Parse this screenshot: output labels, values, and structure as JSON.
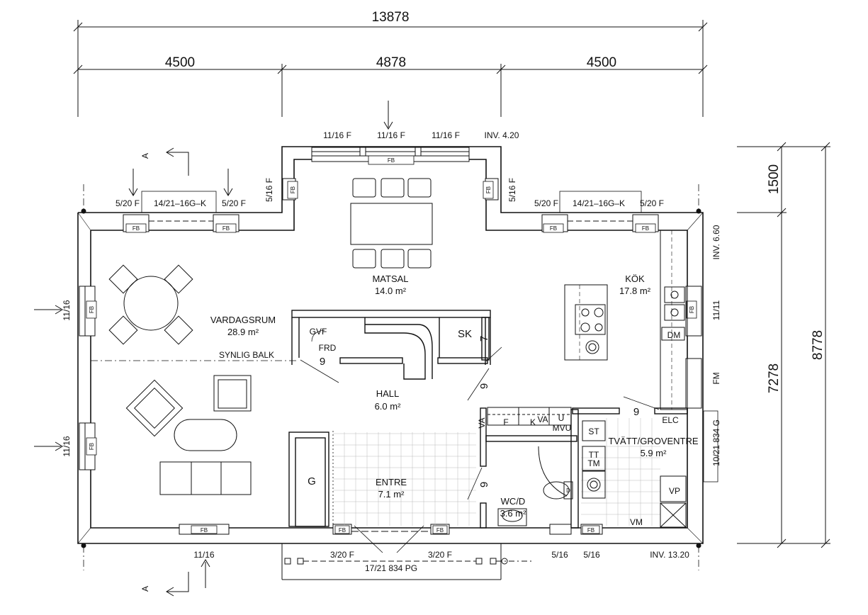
{
  "dimensions": {
    "overall_width": "13878",
    "left_width": "4500",
    "middle_width": "4878",
    "right_width": "4500",
    "bay_depth": "1500",
    "main_depth": "7278",
    "overall_depth": "8778"
  },
  "rooms": {
    "vardagsrum": {
      "name": "VARDAGSRUM",
      "area": "28.9 m²"
    },
    "matsal": {
      "name": "MATSAL",
      "area": "14.0 m²"
    },
    "kok": {
      "name": "KÖK",
      "area": "17.8 m²"
    },
    "hall": {
      "name": "HALL",
      "area": "6.0 m²"
    },
    "entre": {
      "name": "ENTRE",
      "area": "7.1 m²"
    },
    "wcd": {
      "name": "WC/D",
      "area": "3.6 m²"
    },
    "tvatt": {
      "name": "TVÄTT/GROVENTRE",
      "area": "5.9 m²"
    }
  },
  "labels": {
    "top_win_1": "11/16  F",
    "top_win_2": "11/16  F",
    "top_win_3": "11/16  F",
    "inv_top": "INV.  4.20",
    "left_bay_side": "5/16  F",
    "right_bay_side": "5/16  F",
    "win_left_a": "5/20  F",
    "door_left": "14/21–16G–K",
    "win_left_b": "5/20  F",
    "win_right_a": "5/20  F",
    "door_right": "14/21–16G–K",
    "win_right_b": "5/20  F",
    "inv_right": "INV.  6.60",
    "east_win": "11/11",
    "fm": "FM",
    "east_door": "10/21  834  G",
    "west_win_1": "11/16",
    "west_win_2": "11/16",
    "south_win_left": "11/16",
    "entrance_win_left": "3/20  F",
    "entrance_win_right": "3/20  F",
    "entrance_door": "17/21  834  PG",
    "south_win_5a": "5/16",
    "south_win_5b": "5/16",
    "inv_bottom": "INV.  13.20",
    "synlig_balk": "SYNLIG  BALK",
    "gvf": "GVF",
    "frd": "FRD",
    "sk": "SK",
    "wall_9_a": "9",
    "wall_9_b": "9",
    "wall_9_c": "9",
    "wall_9_d": "9",
    "wall_7": "7",
    "g": "G",
    "elc": "ELC",
    "st": "ST",
    "tt": "TT",
    "tm": "TM",
    "vp": "VP",
    "vm": "VM",
    "dm": "DM",
    "va_1": "VA",
    "va_2": "VA",
    "f": "F",
    "k": "K",
    "u": "U",
    "mvu": "MVU",
    "fb": "FB",
    "section_a": "A",
    "d": "D"
  }
}
